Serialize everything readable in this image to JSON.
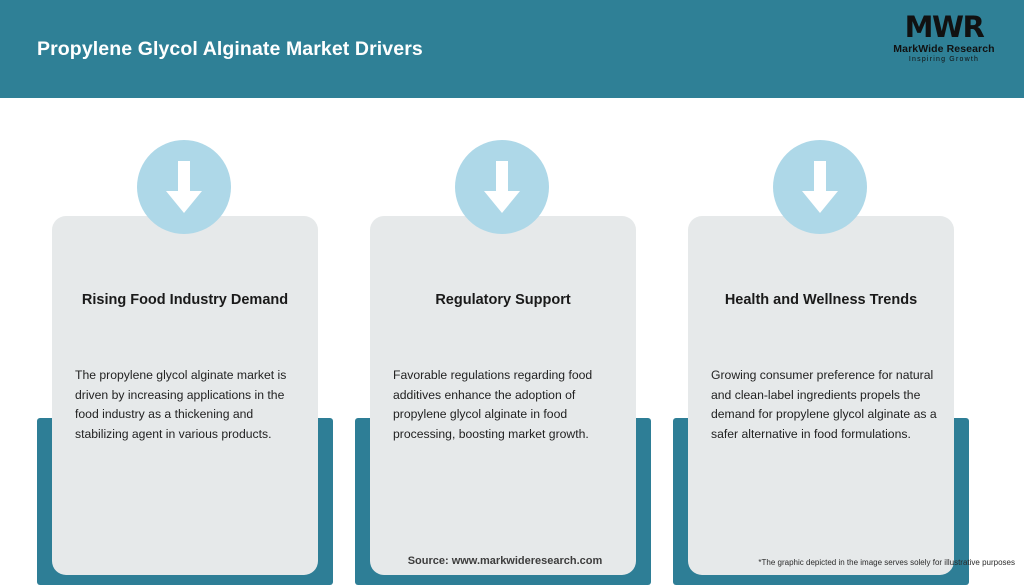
{
  "header": {
    "title": "Propylene Glycol Alginate Market Drivers",
    "background_color": "#2f8096",
    "logo": {
      "mark": "MWR",
      "name": "MarkWide Research",
      "tagline": "Inspiring Growth"
    }
  },
  "theme": {
    "teal": "#2e7e96",
    "card_grey": "#e6e9ea",
    "badge_blue": "#aed8e8",
    "arrow_white": "#ffffff"
  },
  "cards": [
    {
      "icon": "down-arrow-icon",
      "title": "Rising Food Industry Demand",
      "body": "The propylene glycol alginate market is driven by increasing applications in the food industry as a thickening and stabilizing agent in various products."
    },
    {
      "icon": "down-arrow-icon",
      "title": "Regulatory Support",
      "body": "Favorable regulations regarding food additives enhance the adoption of propylene glycol alginate in food processing, boosting market growth."
    },
    {
      "icon": "down-arrow-icon",
      "title": "Health and Wellness Trends",
      "body": "Growing consumer preference for natural and clean-label ingredients propels the demand for propylene glycol alginate as a safer alternative in food formulations."
    }
  ],
  "footer": {
    "source": "Source: www.markwideresearch.com",
    "disclaimer": "*The graphic depicted in the image serves solely for illustrative purposes"
  }
}
